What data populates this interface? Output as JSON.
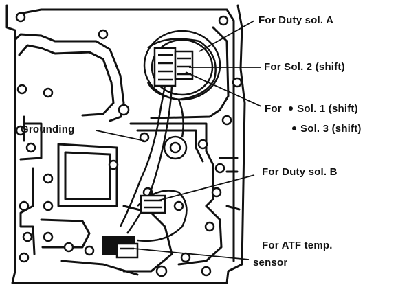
{
  "labels": {
    "duty_sol_a": "For Duty sol. A",
    "sol2": "For Sol. 2 (shift)",
    "sol1_prefix": "For",
    "sol1": "Sol. 1 (shift)",
    "sol3": "Sol. 3 (shift)",
    "grounding": "Grounding",
    "duty_sol_b": "For Duty sol. B",
    "atf_temp_line1": "For ATF temp.",
    "atf_temp_line2": "sensor"
  }
}
